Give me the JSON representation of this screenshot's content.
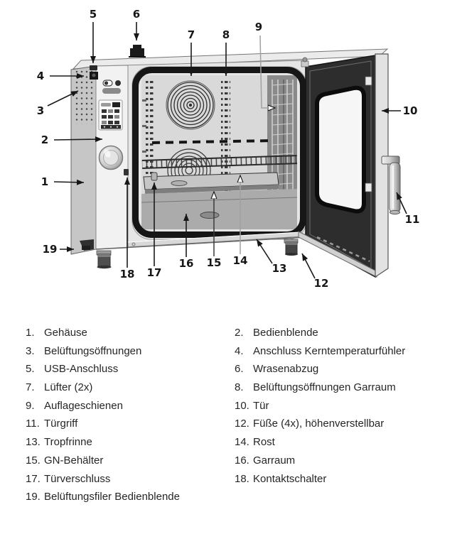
{
  "diagram": {
    "callouts": [
      {
        "num": "1"
      },
      {
        "num": "2"
      },
      {
        "num": "3"
      },
      {
        "num": "4"
      },
      {
        "num": "5"
      },
      {
        "num": "6"
      },
      {
        "num": "7"
      },
      {
        "num": "8"
      },
      {
        "num": "9"
      },
      {
        "num": "10"
      },
      {
        "num": "11"
      },
      {
        "num": "12"
      },
      {
        "num": "13"
      },
      {
        "num": "14"
      },
      {
        "num": "15"
      },
      {
        "num": "16"
      },
      {
        "num": "17"
      },
      {
        "num": "18"
      },
      {
        "num": "19"
      }
    ]
  },
  "legend": {
    "left": [
      {
        "num": "1.",
        "label": "Gehäuse"
      },
      {
        "num": "3.",
        "label": "Belüftungsöffnungen"
      },
      {
        "num": "5.",
        "label": "USB-Anschluss"
      },
      {
        "num": "7.",
        "label": "Lüfter (2x)"
      },
      {
        "num": "9.",
        "label": "Auflageschienen"
      },
      {
        "num": "11.",
        "label": "Türgriff"
      },
      {
        "num": "13.",
        "label": "Tropfrinne"
      },
      {
        "num": "15.",
        "label": "GN-Behälter"
      },
      {
        "num": "17.",
        "label": "Türverschluss"
      },
      {
        "num": "19.",
        "label": "Belüftungsfiler Bedienblende"
      }
    ],
    "right": [
      {
        "num": "2.",
        "label": "Bedienblende"
      },
      {
        "num": "4.",
        "label": "Anschluss Kerntemperaturfühler"
      },
      {
        "num": "6.",
        "label": "Wrasenabzug"
      },
      {
        "num": "8.",
        "label": "Belüftungsöffnungen Garraum"
      },
      {
        "num": "10.",
        "label": "Tür"
      },
      {
        "num": "12.",
        "label": "Füße (4x), höhenverstellbar"
      },
      {
        "num": "14.",
        "label": "Rost"
      },
      {
        "num": "16.",
        "label": "Garraum"
      },
      {
        "num": "18.",
        "label": "Kontaktschalter"
      }
    ]
  },
  "colors": {
    "callout_text": "#171717",
    "legend_text": "#262626",
    "frame_black": "#161616",
    "body_gray": "#e6e6e6"
  }
}
